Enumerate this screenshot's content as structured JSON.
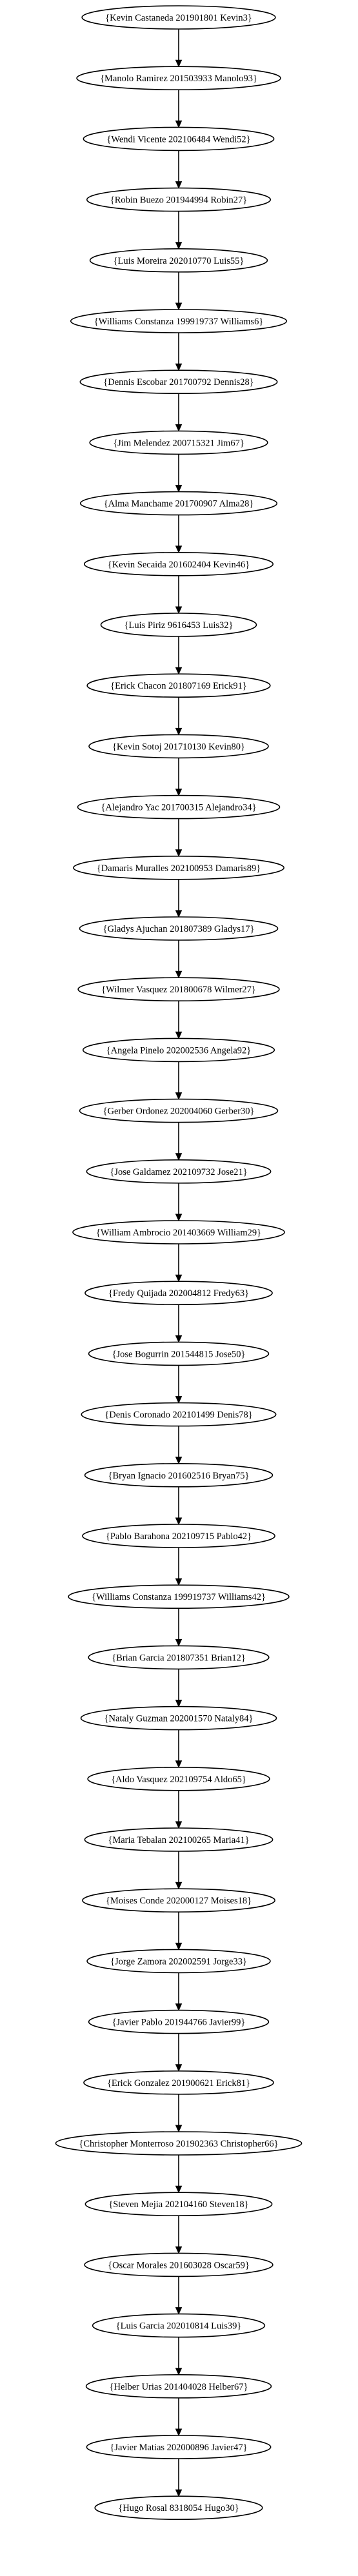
{
  "nodes": [
    "{Kevin Castaneda 201901801 Kevin3}",
    "{Manolo Ramirez 201503933 Manolo93}",
    "{Wendi Vicente 202106484 Wendi52}",
    "{Robin Buezo 201944994 Robin27}",
    "{Luis Moreira 202010770 Luis55}",
    "{Williams Constanza 199919737 Williams6}",
    "{Dennis Escobar 201700792 Dennis28}",
    "{Jim Melendez 200715321 Jim67}",
    "{Alma Manchame 201700907 Alma28}",
    "{Kevin Secaida 201602404 Kevin46}",
    "{Luis Piriz 9616453 Luis32}",
    "{Erick Chacon 201807169 Erick91}",
    "{Kevin Sotoj 201710130 Kevin80}",
    "{Alejandro Yac 201700315 Alejandro34}",
    "{Damaris Muralles 202100953 Damaris89}",
    "{Gladys Ajuchan 201807389 Gladys17}",
    "{Wilmer Vasquez 201800678 Wilmer27}",
    "{Angela Pinelo 202002536 Angela92}",
    "{Gerber Ordonez 202004060 Gerber30}",
    "{Jose Galdamez 202109732 Jose21}",
    "{William Ambrocio 201403669 William29}",
    "{Fredy Quijada 202004812 Fredy63}",
    "{Jose Bogurrin 201544815 Jose50}",
    "{Denis Coronado 202101499 Denis78}",
    "{Bryan Ignacio 201602516 Bryan75}",
    "{Pablo Barahona 202109715 Pablo42}",
    "{Williams Constanza 199919737 Williams42}",
    "{Brian Garcia 201807351 Brian12}",
    "{Nataly Guzman 202001570 Nataly84}",
    "{Aldo Vasquez 202109754 Aldo65}",
    "{Maria Tebalan 202100265 Maria41}",
    "{Moises Conde 202000127 Moises18}",
    "{Jorge Zamora 202002591 Jorge33}",
    "{Javier Pablo 201944766 Javier99}",
    "{Erick Gonzalez 201900621 Erick81}",
    "{Christopher Monterroso 201902363 Christopher66}",
    "{Steven Mejia 202104160 Steven18}",
    "{Oscar Morales 201603028 Oscar59}",
    "{Luis Garcia 202010814 Luis39}",
    "{Helber Urias 201404028 Helber67}",
    "{Javier Matias 202000896 Javier47}",
    "{Hugo Rosal 8318054 Hugo30}"
  ]
}
